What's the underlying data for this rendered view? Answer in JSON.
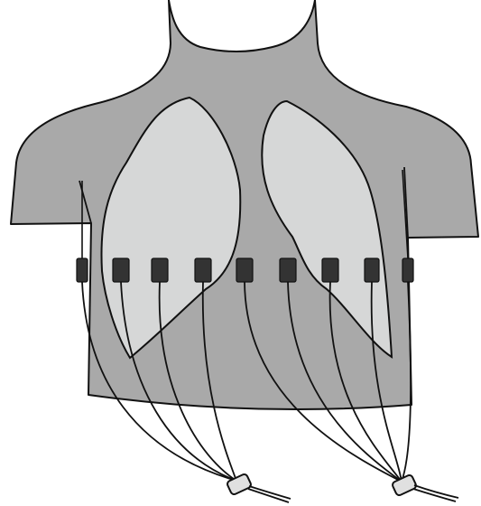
{
  "figure": {
    "subject": "torso-with-lungs-and-electrode-belt",
    "icon": "chest-electrode-belt-illustration",
    "electrode_count": 9,
    "left_cable_count": 4,
    "right_cable_count": 5,
    "colors": {
      "background": "#ffffff",
      "torso": "#a9a9a9",
      "lung": "#d6d7d7",
      "electrode": "#333333",
      "connector": "#e0e0e0",
      "outline": "#111111"
    }
  }
}
